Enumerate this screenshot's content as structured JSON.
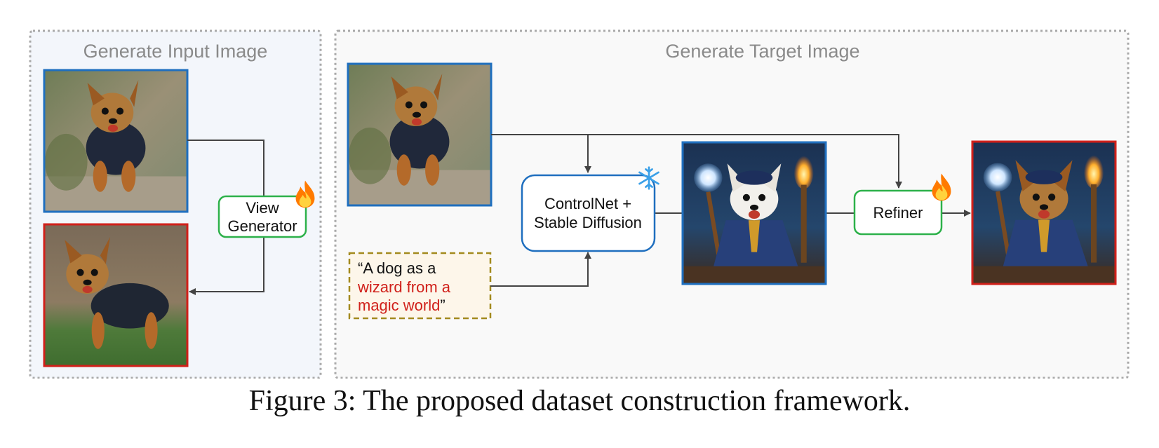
{
  "panels": {
    "input": {
      "title": "Generate Input Image"
    },
    "target": {
      "title": "Generate Target Image"
    }
  },
  "nodes": {
    "view_generator": {
      "line1": "View",
      "line2": "Generator",
      "status": "fire"
    },
    "controlnet": {
      "line1": "ControlNet +",
      "line2": "Stable Diffusion",
      "status": "snowflake"
    },
    "refiner": {
      "label": "Refiner",
      "status": "fire"
    }
  },
  "prompt": {
    "line1": "“A dog as a",
    "line2": "wizard from a",
    "line3_red": "magic world",
    "line3_tail": "”"
  },
  "images": {
    "input_source": "yorkshire-terrier-running",
    "input_generated": "yorkshire-terrier-side-view",
    "target_source": "yorkshire-terrier-running",
    "intermediate": "white-terrier-wizard",
    "target_output": "yorkshire-terrier-wizard"
  },
  "colors": {
    "source_border": "#1f6fbf",
    "generated_border": "#d0201a",
    "trainable_border": "#2db14a",
    "frozen_border": "#1f6fbf",
    "prompt_border": "#a38a1e",
    "prompt_highlight": "#d0201a",
    "arrow": "#444444"
  },
  "caption": "Figure 3: The proposed dataset construction framework."
}
